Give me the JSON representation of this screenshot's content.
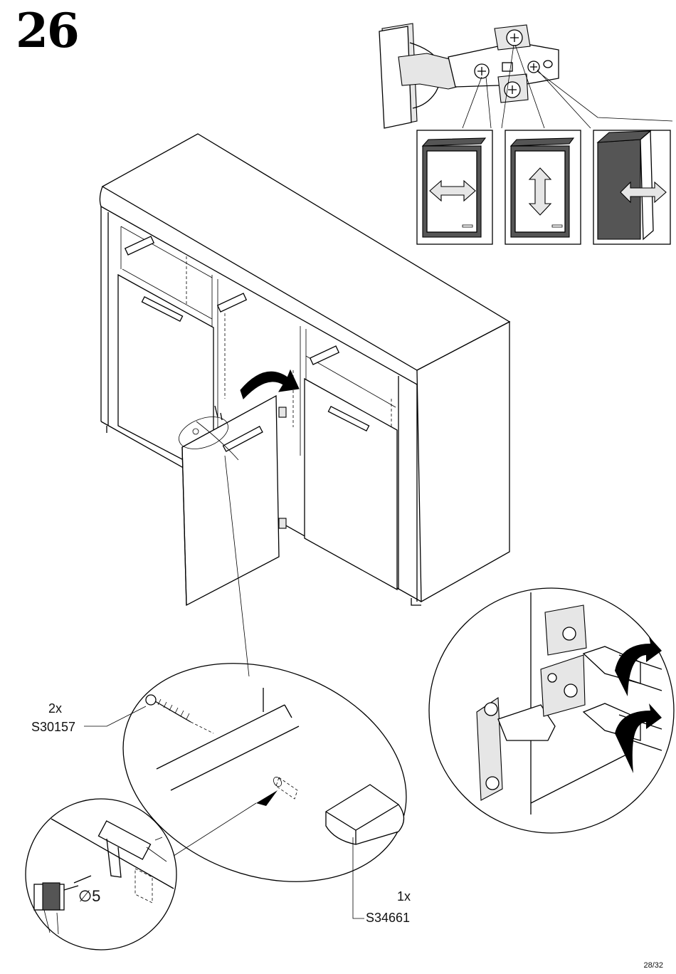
{
  "step": {
    "number": "26"
  },
  "parts": {
    "screw": {
      "quantity": "2x",
      "code": "S30157"
    },
    "handle": {
      "quantity": "1x",
      "code": "S34661"
    }
  },
  "drill": {
    "diameter_symbol": "∅",
    "diameter_value": "5"
  },
  "footer": {
    "page": "28/32"
  },
  "icons": [
    "hinge-diagram",
    "adjust-horizontal-arrow-icon",
    "adjust-vertical-arrow-icon",
    "adjust-depth-arrow-icon",
    "curved-arrow-icon",
    "screwdriver-icon",
    "drill-icon",
    "dowel-icon"
  ]
}
